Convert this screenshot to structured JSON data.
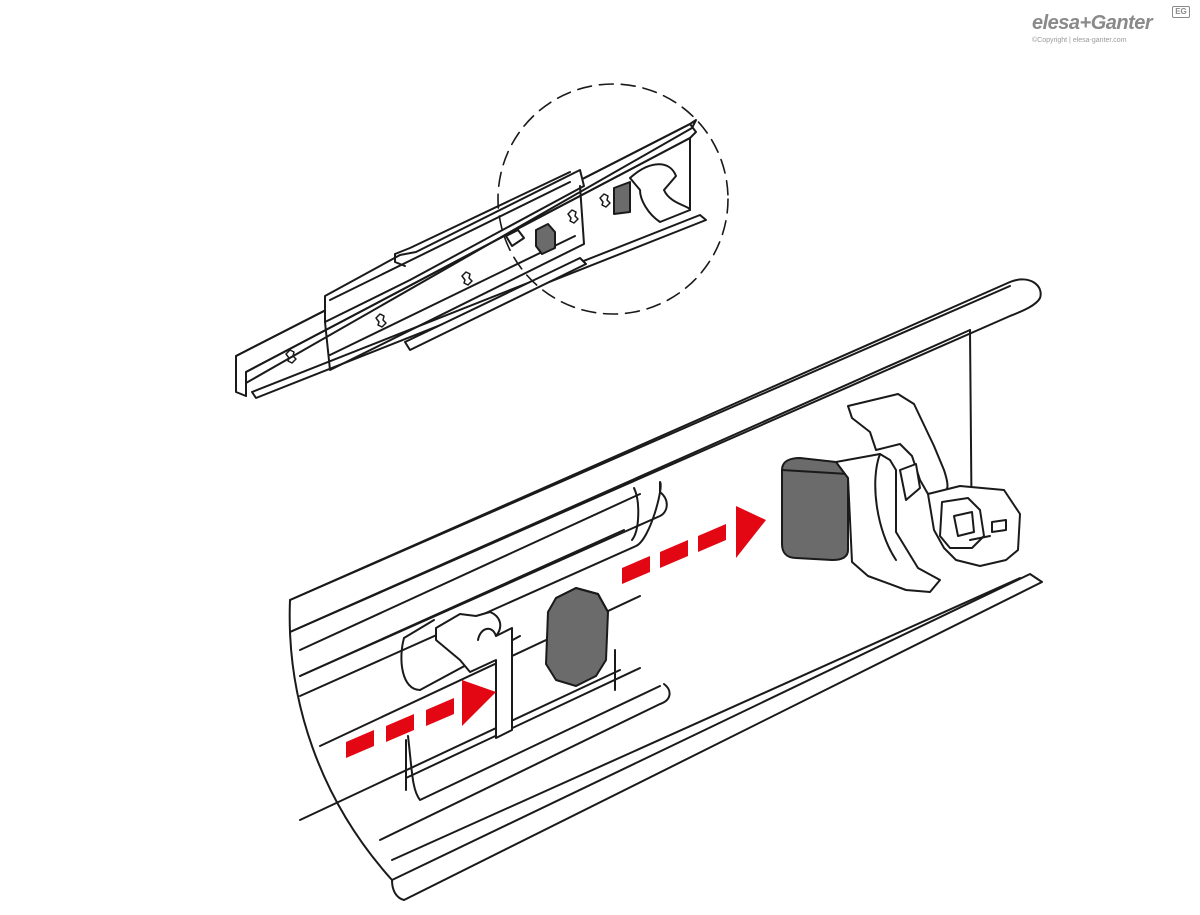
{
  "brand": {
    "logo_text": "elesa+Ganter",
    "logo_mark": "EG",
    "copyright": "©Copyright | elesa-ganter.com"
  },
  "colors": {
    "line": "#1a1a1a",
    "stopper": "#6b6b6b",
    "arrow": "#e30613",
    "logo": "#8a8a8a"
  },
  "illustration": {
    "subject": "telescopic-slide-stopper-installation",
    "arrows": [
      "insert-direction-lower",
      "insert-direction-upper"
    ]
  }
}
